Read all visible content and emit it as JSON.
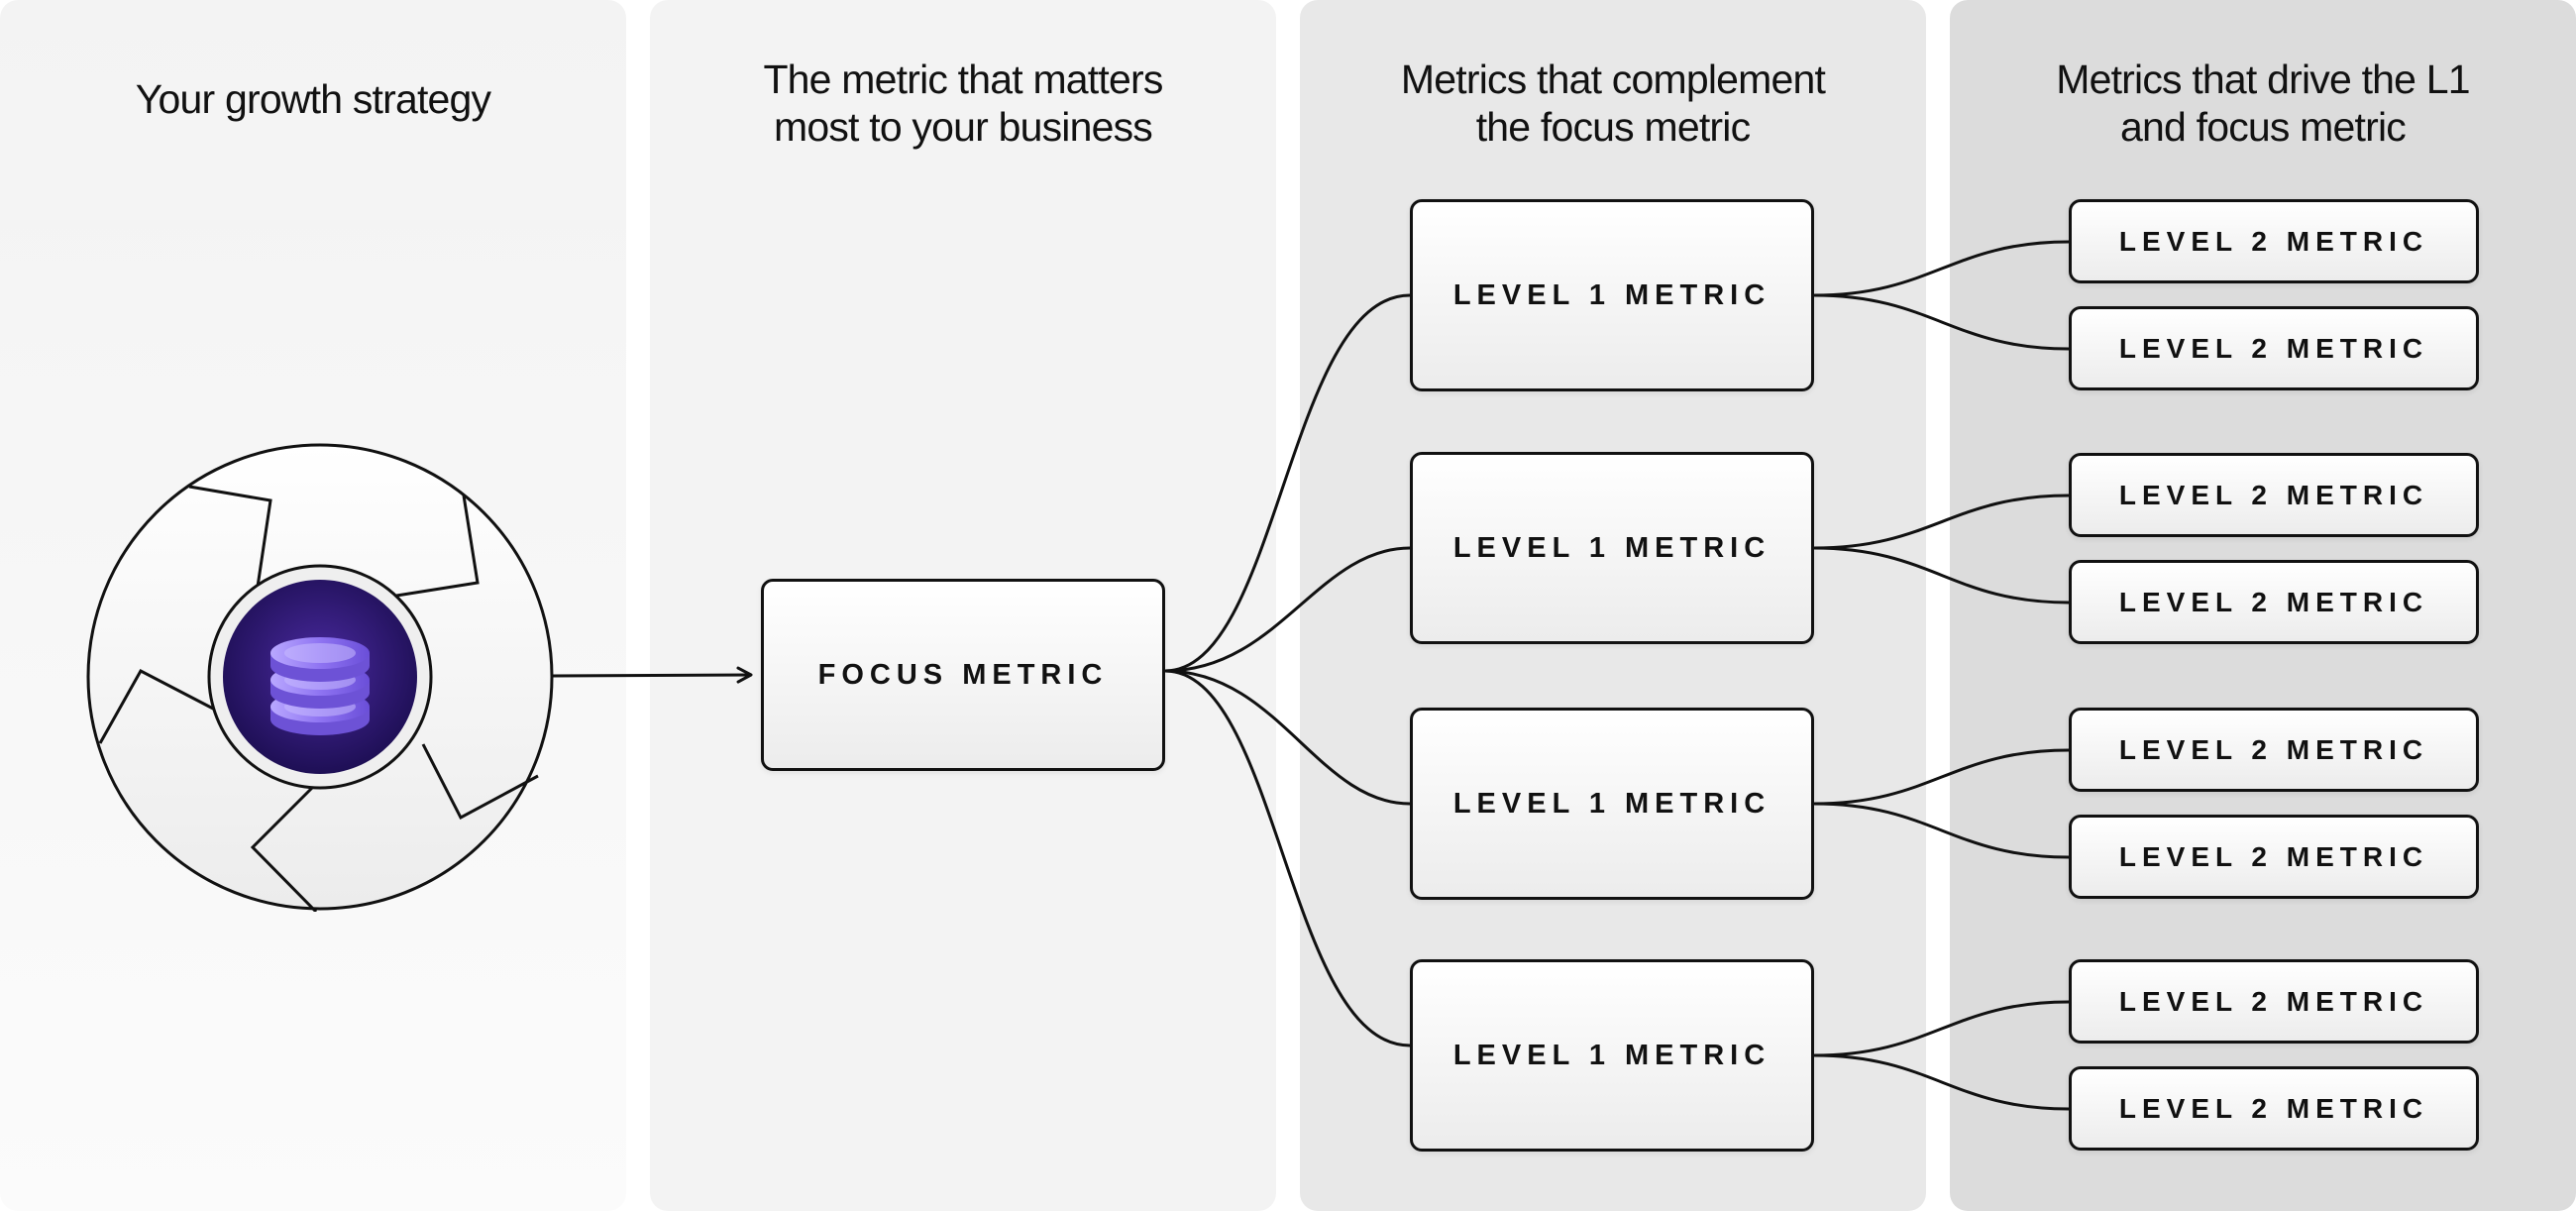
{
  "columns": [
    {
      "title": "Your growth strategy"
    },
    {
      "title": "The metric that matters\nmost to your business"
    },
    {
      "title": "Metrics that complement\nthe focus metric"
    },
    {
      "title": "Metrics that drive the L1\nand focus metric"
    }
  ],
  "focus_metric": {
    "label": "FOCUS METRIC"
  },
  "level1_metrics": [
    {
      "label": "LEVEL 1 METRIC"
    },
    {
      "label": "LEVEL 1 METRIC"
    },
    {
      "label": "LEVEL 1 METRIC"
    },
    {
      "label": "LEVEL 1 METRIC"
    }
  ],
  "level2_metrics": [
    {
      "label": "LEVEL 2 METRIC"
    },
    {
      "label": "LEVEL 2 METRIC"
    },
    {
      "label": "LEVEL 2 METRIC"
    },
    {
      "label": "LEVEL 2 METRIC"
    },
    {
      "label": "LEVEL 2 METRIC"
    },
    {
      "label": "LEVEL 2 METRIC"
    },
    {
      "label": "LEVEL 2 METRIC"
    },
    {
      "label": "LEVEL 2 METRIC"
    }
  ],
  "icons": {
    "strategy": "database-icon",
    "cycle": "cycle-arrows-icon"
  },
  "colors": {
    "accent": "#3a1f8a",
    "accent_light": "#9b86f0",
    "stroke": "#111111"
  }
}
